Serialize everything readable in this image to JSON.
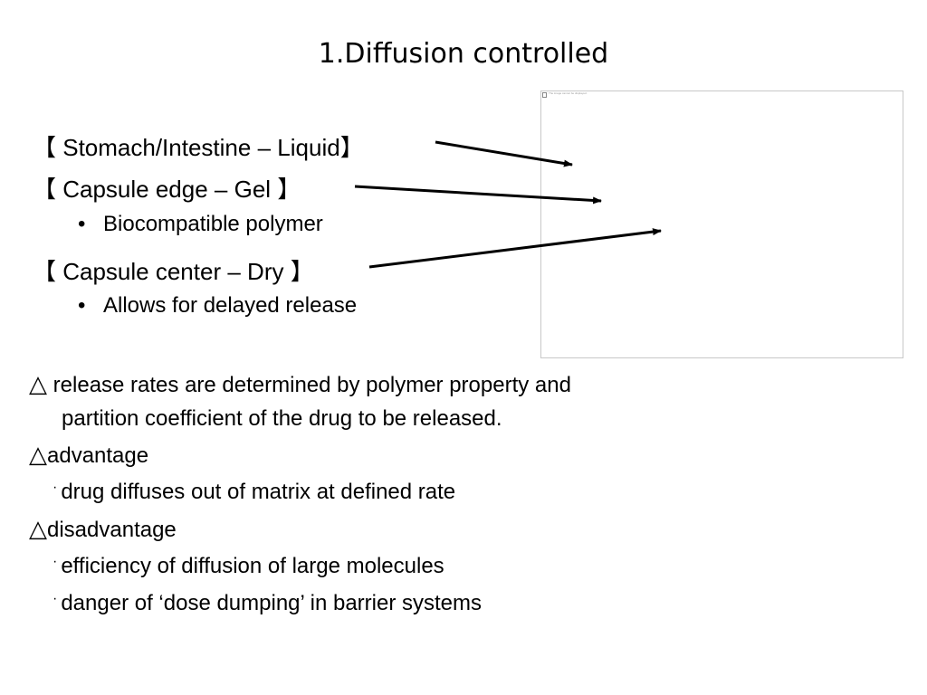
{
  "slide": {
    "title": "1.Diffusion controlled"
  },
  "layers": [
    {
      "open": "【 ",
      "name": "Stomach/Intestine",
      "sep": " – ",
      "state": "Liquid",
      "close": "】"
    },
    {
      "open": "【 ",
      "name": "Capsule edge",
      "sep": " – ",
      "state": "Gel",
      "close": " 】"
    },
    {
      "open": "【 ",
      "name": "Capsule center",
      "sep": " – ",
      "state": "Dry",
      "close": " 】"
    }
  ],
  "sub_bullets": [
    {
      "marker": "•",
      "text": "Biocompatible polymer"
    },
    {
      "marker": "•",
      "text": "Allows for delayed release"
    }
  ],
  "body": {
    "triangle": "△",
    "release_line1": " release rates are determined by polymer property and",
    "release_line2": "partition coefficient of the drug to be released.",
    "advantage_label": "advantage",
    "advantage_items": [
      "drug diffuses out of matrix at defined rate"
    ],
    "disadvantage_label": "disadvantage",
    "disadvantage_items": [
      "efficiency of diffusion of large molecules",
      "danger of ‘dose dumping’ in barrier systems"
    ],
    "item_marker": "·"
  },
  "image": {
    "icon": "broken-image-icon",
    "placeholder_text": "The image cannot be displayed."
  },
  "colors": {
    "text": "#000000",
    "image_border": "#c8c8c8"
  }
}
